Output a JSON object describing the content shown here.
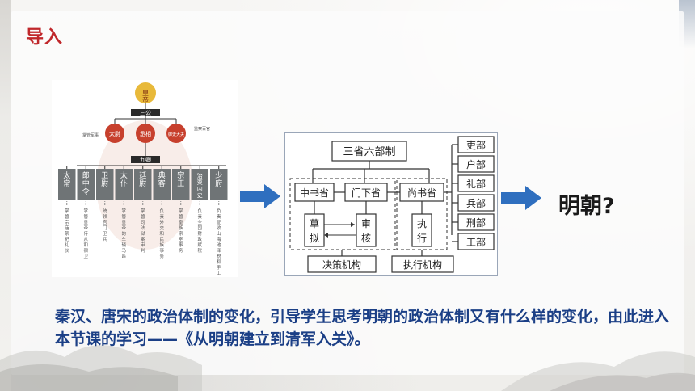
{
  "slide": {
    "heading": "导入",
    "ming_question": "明朝?",
    "paragraph": "秦汉、唐宋的政治体制的变化，引导学生思考明朝的政治体制又有什么样的变化，由此进入本节课的学习——《从明朝建立到清军入关》。"
  },
  "qinhan_diagram": {
    "emperor": "皇帝",
    "three_gong_label": "三公",
    "taiwei": "太尉",
    "chengxiang": "丞相",
    "yushi": "御史大夫",
    "taiwei_note": "掌管军事",
    "yushi_note": "监察百官",
    "nine_qing_label": "九卿",
    "nine_qing": [
      "太常",
      "郎中令",
      "卫尉",
      "太仆",
      "廷尉",
      "典客",
      "宗正",
      "治粟内史",
      "少府"
    ],
    "nine_qing_notes": [
      "掌管宗庙祭祀礼仪",
      "掌管皇帝侍从和宿卫",
      "统领宫门卫兵",
      "掌管皇帝的车辆马匹",
      "掌管司法狱案审判",
      "负责外交和民族事务",
      "掌管皇族宗室事务",
      "负责全国财政赋税",
      "负责征收山海池泽税和手工业"
    ]
  },
  "tang_diagram": {
    "title": "三省六部制",
    "zhongshu": "中书省",
    "menxia": "门下省",
    "shangshu": "尚书省",
    "caoni": [
      "草",
      "拟"
    ],
    "shenhe": [
      "审",
      "核"
    ],
    "zhixing": [
      "执",
      "行"
    ],
    "decision_label": "决策机构",
    "execution_label": "执行机构",
    "six_ministries": [
      "吏部",
      "户部",
      "礼部",
      "兵部",
      "刑部",
      "工部"
    ]
  },
  "colors": {
    "heading": "#c0282b",
    "paragraph": "#1b3f86",
    "arrow": "#2f6fbf",
    "emperor_circle": "#e8b93a",
    "three_gong_circle": "#c7402d",
    "nine_qing_box": "#6f7476"
  }
}
